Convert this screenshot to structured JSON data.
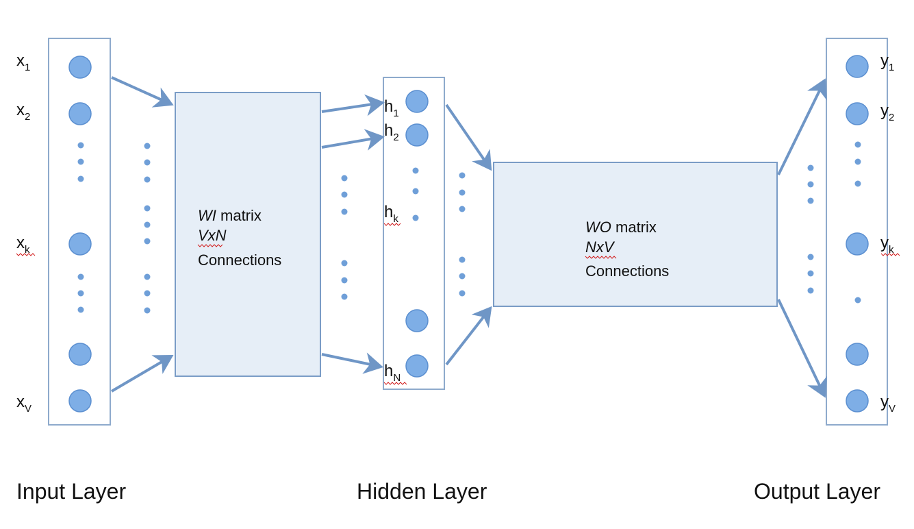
{
  "input": {
    "caption": "Input Layer",
    "labels": [
      {
        "main": "x",
        "sub": "1",
        "underline": false
      },
      {
        "main": "x",
        "sub": "2",
        "underline": false
      },
      {
        "main": "x",
        "sub": "k",
        "underline": true
      },
      {
        "main": "x",
        "sub": "V",
        "underline": false
      }
    ]
  },
  "hidden": {
    "caption": "Hidden Layer",
    "labels": [
      {
        "main": "h",
        "sub": "1",
        "underline": false
      },
      {
        "main": "h",
        "sub": "2",
        "underline": false
      },
      {
        "main": "h",
        "sub": "k",
        "underline": true
      },
      {
        "main": "h",
        "sub": "N",
        "underline": true
      }
    ]
  },
  "output": {
    "caption": "Output Layer",
    "labels": [
      {
        "main": "y",
        "sub": "1",
        "underline": false
      },
      {
        "main": "y",
        "sub": "2",
        "underline": false
      },
      {
        "main": "y",
        "sub": "k",
        "underline": true
      },
      {
        "main": "y",
        "sub": "V",
        "underline": false
      }
    ]
  },
  "wi_matrix": {
    "name": "WI",
    "name_suffix": " matrix",
    "dims": "VxN",
    "connections": "Connections"
  },
  "wo_matrix": {
    "name": "WO",
    "name_suffix": " matrix",
    "dims": "NxV",
    "connections": "Connections"
  },
  "colors": {
    "node_fill": "#7eaee6",
    "arrow": "#6f96c6",
    "matrix_fill": "#e6eef7",
    "spellcheck_underline": "#d21f1f"
  }
}
